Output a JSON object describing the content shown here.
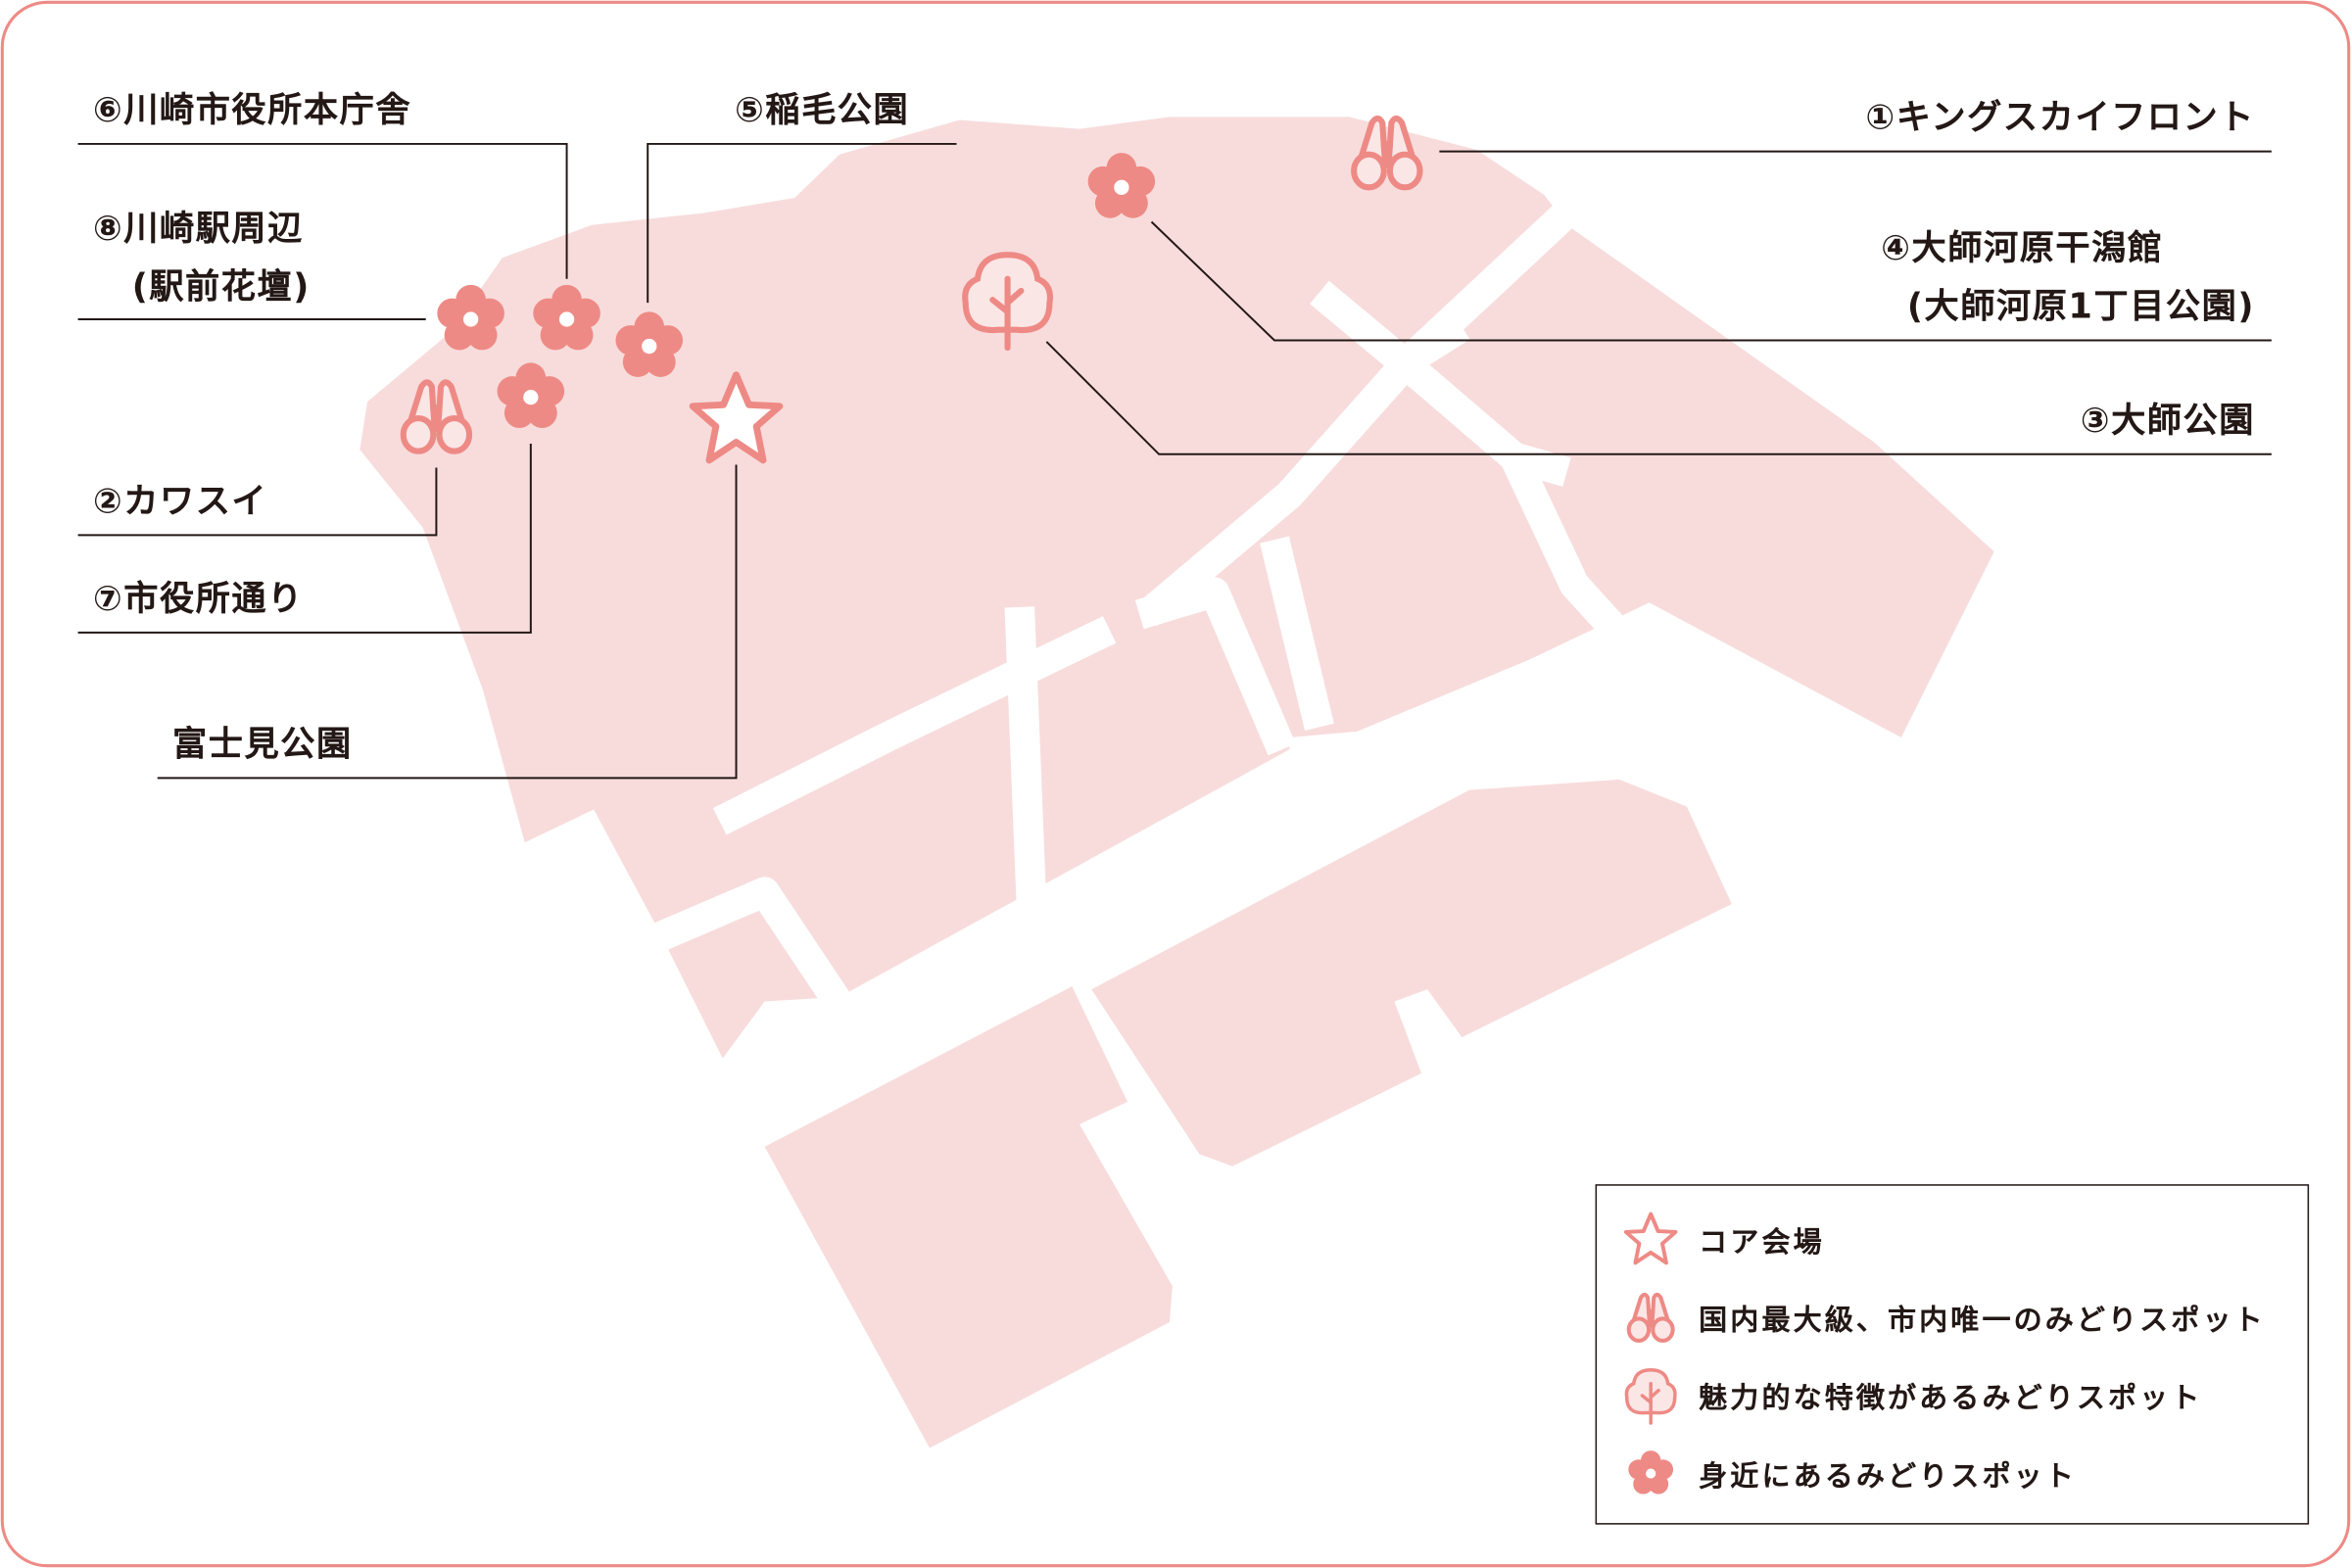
{
  "colors": {
    "land": "#f8dcdc",
    "accent": "#ee8a85",
    "line": "#231815",
    "border": "#ee8a85"
  },
  "spots": [
    {
      "id": "kings-skyfront",
      "label": "①キングスカイフロント",
      "icon": "binoculars-icon"
    },
    {
      "id": "kawasui",
      "label": "②カワスイ",
      "icon": "binoculars-icon"
    },
    {
      "id": "daishi-park",
      "label": "③大師公園",
      "icon": "tree-icon"
    },
    {
      "id": "daishigawara-higata",
      "label": "④大師河原干潟館",
      "sub": "(大師河原1丁目公園)",
      "icon": "flower-icon"
    },
    {
      "id": "inage-park",
      "label": "⑤稲毛公園",
      "icon": "flower-icon"
    },
    {
      "id": "city-hall",
      "label": "⑥川崎市役所本庁舎",
      "icon": "flower-icon"
    },
    {
      "id": "shiyakusho-dori",
      "label": "⑦市役所通り",
      "icon": "flower-icon"
    },
    {
      "id": "kawasaki-station",
      "label": "⑧川崎駅周辺",
      "sub": "(駅前花壇)",
      "icon": "flower-icon"
    },
    {
      "id": "fujimi-park",
      "label": "富士見公園",
      "icon": "star-icon"
    }
  ],
  "legend": [
    {
      "icon": "star-icon",
      "text": "コア会場"
    },
    {
      "icon": "binoculars-icon",
      "text": "国内最大級、市内唯一のみどりスポット"
    },
    {
      "icon": "tree-icon",
      "text": "魅力的な特徴があるみどりスポット"
    },
    {
      "icon": "flower-icon",
      "text": "身近にあるみどりスポット"
    }
  ]
}
